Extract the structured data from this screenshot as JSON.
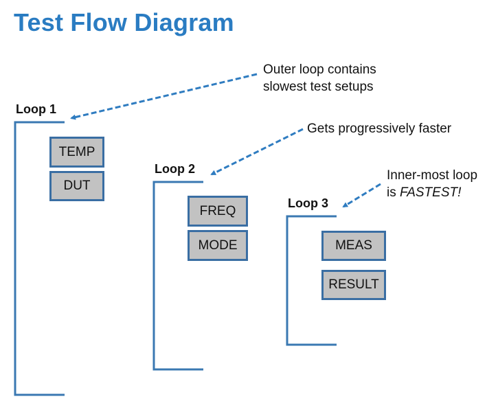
{
  "title": "Test Flow Diagram",
  "colors": {
    "title": "#2a7cc2",
    "bracket": "#3a78b2",
    "arrow": "#2f7cc0",
    "box_fill": "#c2c2c2",
    "box_border": "#3a6ea3"
  },
  "loops": [
    {
      "label": "Loop 1",
      "items": [
        "TEMP",
        "DUT"
      ]
    },
    {
      "label": "Loop 2",
      "items": [
        "FREQ",
        "MODE"
      ]
    },
    {
      "label": "Loop 3",
      "items": [
        "MEAS",
        "RESULT"
      ]
    }
  ],
  "annotations": [
    {
      "line1": "Outer loop contains",
      "line2": "slowest test setups",
      "target": "Loop 1"
    },
    {
      "line1": "Gets progressively faster",
      "target": "Loop 2"
    },
    {
      "line1": "Inner-most loop",
      "line2_prefix": "is ",
      "line2_emphasis": "FASTEST!",
      "target": "Loop 3"
    }
  ]
}
